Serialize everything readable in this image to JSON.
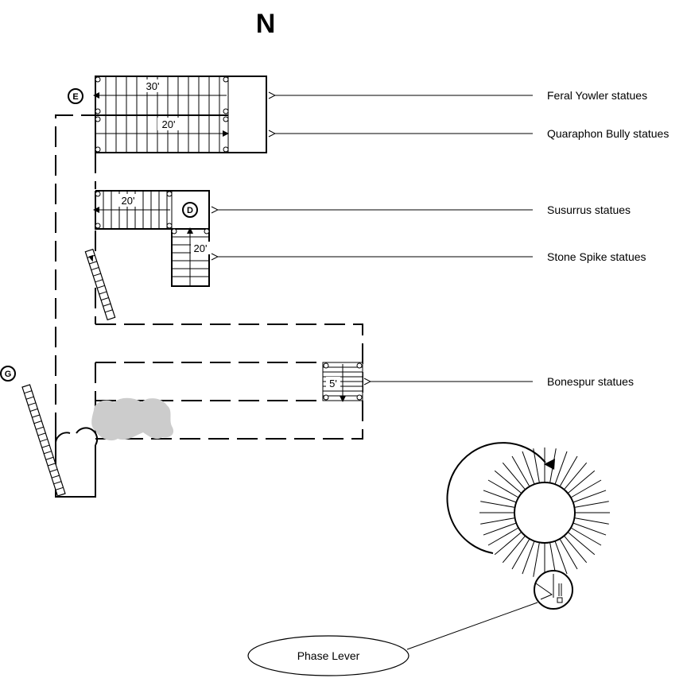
{
  "compass": {
    "label": "N"
  },
  "markers": {
    "e": "E",
    "d": "D",
    "g": "G"
  },
  "stairs": {
    "upper_north": {
      "length": "30'"
    },
    "upper_south": {
      "length": "20'"
    },
    "middle_west": {
      "length": "20'"
    },
    "middle_south": {
      "length": "20'"
    },
    "east_corridor": {
      "length": "5'"
    }
  },
  "labels": {
    "feral_yowler": "Feral Yowler statues",
    "quaraphon_bully": "Quaraphon Bully statues",
    "susurrus": "Susurrus statues",
    "stone_spike": "Stone Spike statues",
    "bonespur": "Bonespur statues"
  },
  "callout": {
    "label": "Phase Lever"
  },
  "colors": {
    "ink": "#000000",
    "rubble": "#cccccc"
  }
}
